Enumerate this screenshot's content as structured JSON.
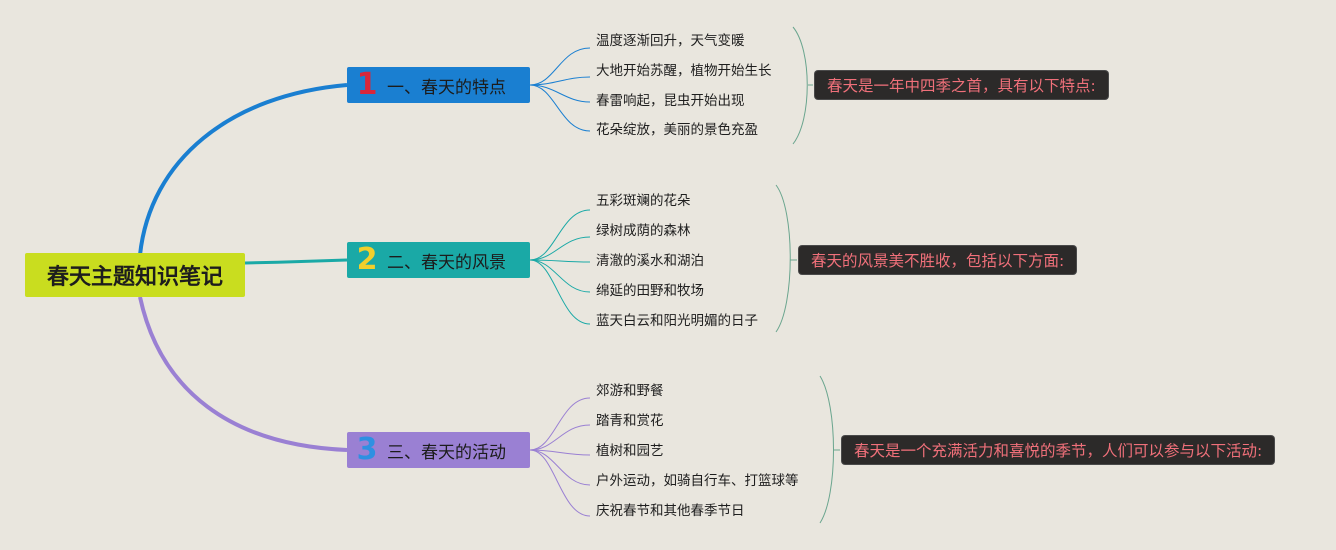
{
  "root": {
    "title": "春天主题知识笔记"
  },
  "branches": [
    {
      "number": "1",
      "label": "一、春天的特点",
      "color": "#1a7fd1",
      "items": [
        "温度逐渐回升，天气变暖",
        "大地开始苏醒，植物开始生长",
        "春雷响起，昆虫开始出现",
        "花朵绽放，美丽的景色充盈"
      ],
      "summary": "春天是一年中四季之首，具有以下特点:"
    },
    {
      "number": "2",
      "label": "二、春天的风景",
      "color": "#1aa9a6",
      "items": [
        "五彩斑斓的花朵",
        "绿树成荫的森林",
        "清澈的溪水和湖泊",
        "绵延的田野和牧场",
        "蓝天白云和阳光明媚的日子"
      ],
      "summary": "春天的风景美不胜收，包括以下方面:"
    },
    {
      "number": "3",
      "label": "三、春天的活动",
      "color": "#9a80d3",
      "items": [
        "郊游和野餐",
        "踏青和赏花",
        "植树和园艺",
        "户外运动，如骑自行车、打篮球等",
        "庆祝春节和其他春季节日"
      ],
      "summary": "春天是一个充满活力和喜悦的季节，人们可以参与以下活动:"
    }
  ]
}
